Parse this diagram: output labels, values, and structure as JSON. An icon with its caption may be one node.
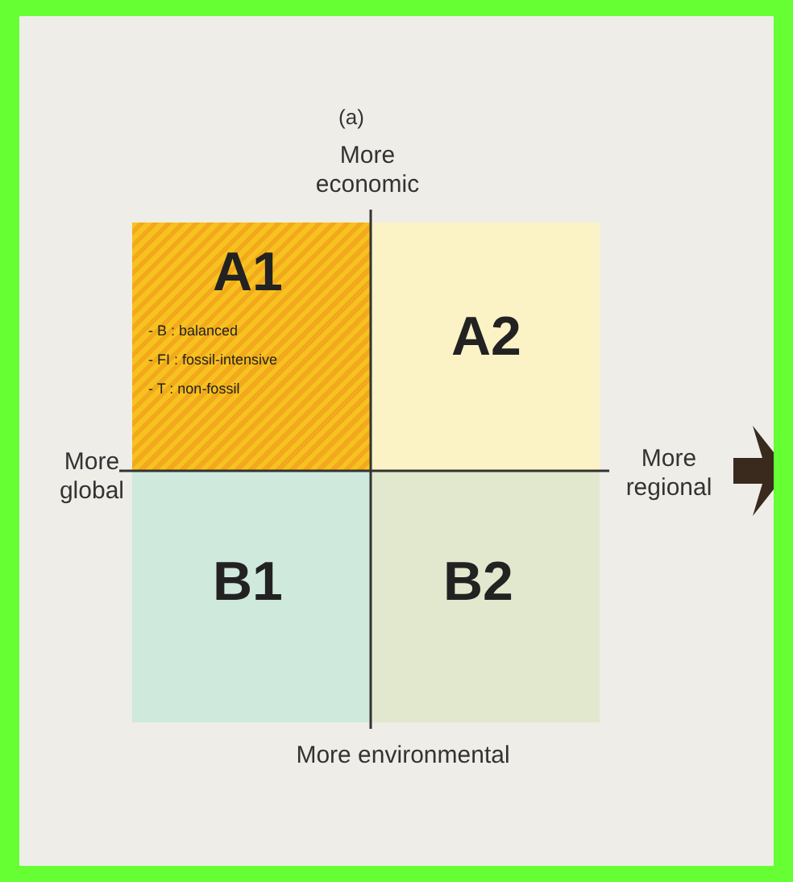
{
  "diagram": {
    "nodes": [
      {
        "text": [
          "A1",
          "- B : balanced",
          "- FI : fossil-intensive",
          "- T : non-fossil"
        ]
      },
      {
        "text": [
          "A2"
        ]
      },
      {
        "text": [
          "B1"
        ]
      },
      {
        "text": [
          "B2"
        ]
      }
    ],
    "edges": [],
    "labels": [
      "(a)",
      "More economic",
      "More global",
      "More regional",
      "More environmental"
    ]
  }
}
